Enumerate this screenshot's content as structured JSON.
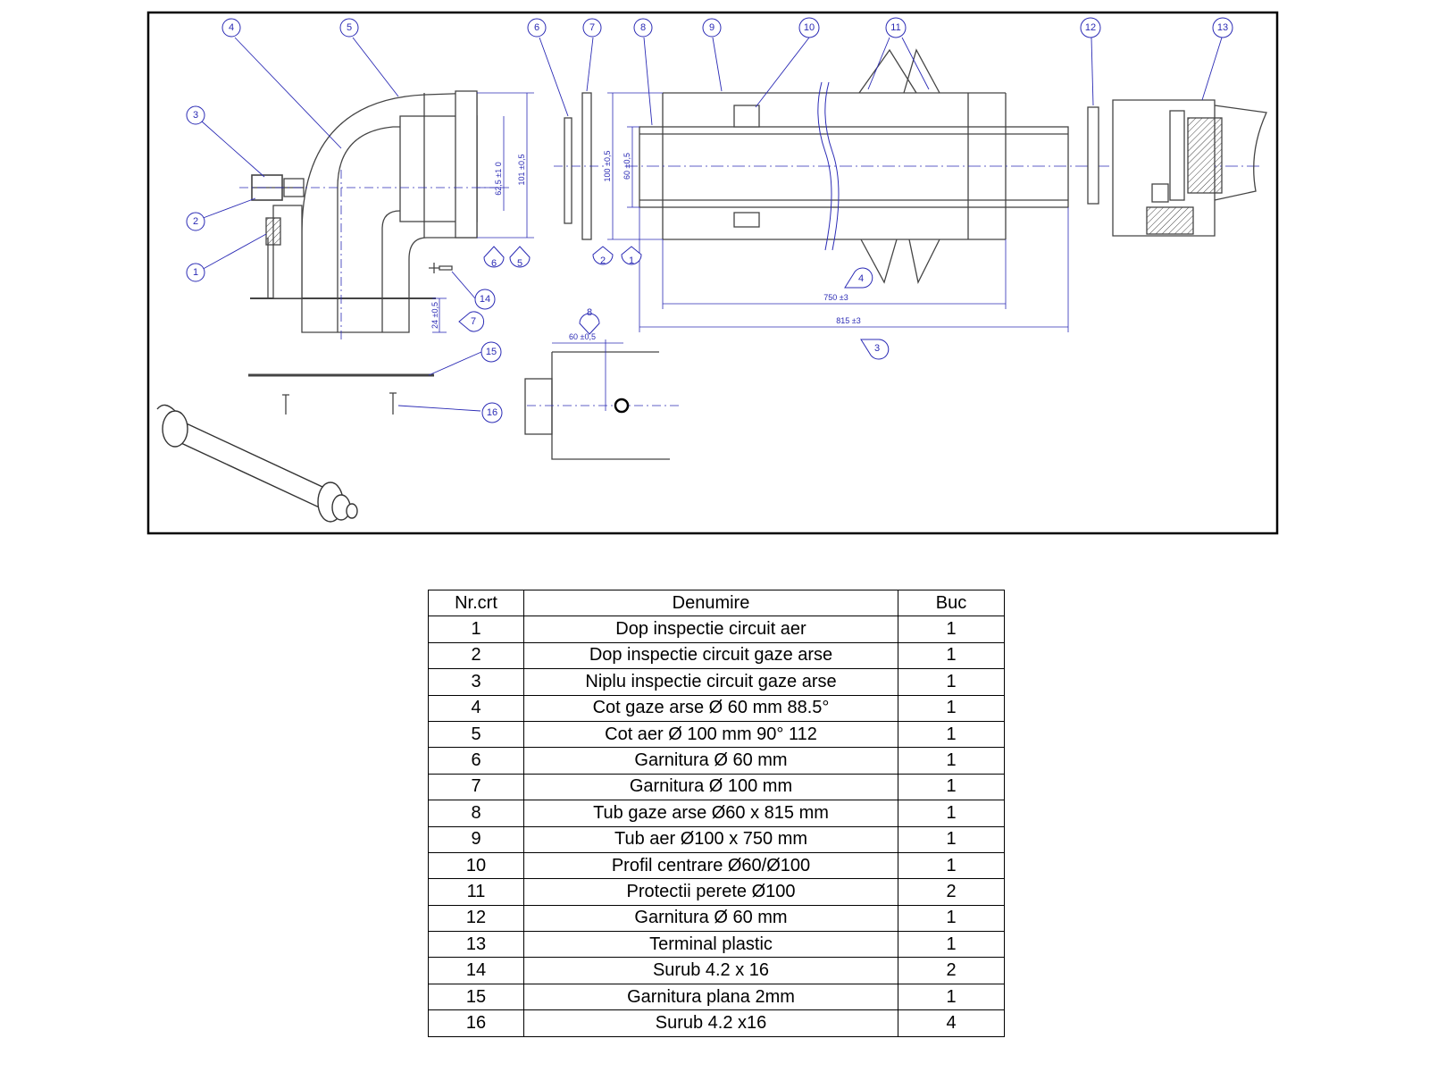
{
  "callouts": [
    "1",
    "2",
    "3",
    "4",
    "5",
    "6",
    "7",
    "8",
    "9",
    "10",
    "11",
    "12",
    "13",
    "14",
    "15",
    "16"
  ],
  "dimensions": {
    "d_62_5": "62,5 ±1 0",
    "d_101": "101 ±0,5",
    "d_100": "100 ±0,5",
    "d_60": "60 ±0,5",
    "d_24": "24 ±0,5",
    "d_60w": "60 ±0,5",
    "d_750": "750 ±3",
    "d_815": "815 ±3"
  },
  "parts_table": {
    "headers": [
      "Nr.crt",
      "Denumire",
      "Buc"
    ],
    "rows": [
      [
        "1",
        "Dop inspectie circuit aer",
        "1"
      ],
      [
        "2",
        "Dop inspectie circuit gaze arse",
        "1"
      ],
      [
        "3",
        "Niplu inspectie circuit gaze arse",
        "1"
      ],
      [
        "4",
        "Cot gaze arse Ø 60 mm 88.5°",
        "1"
      ],
      [
        "5",
        "Cot aer Ø 100 mm 90° 112",
        "1"
      ],
      [
        "6",
        "Garnitura Ø 60 mm",
        "1"
      ],
      [
        "7",
        "Garnitura Ø 100 mm",
        "1"
      ],
      [
        "8",
        "Tub gaze arse  Ø60 x 815 mm",
        "1"
      ],
      [
        "9",
        "Tub aer Ø100 x 750 mm",
        "1"
      ],
      [
        "10",
        "Profil centrare Ø60/Ø100",
        "1"
      ],
      [
        "11",
        "Protectii perete Ø100",
        "2"
      ],
      [
        "12",
        "Garnitura Ø 60 mm",
        "1"
      ],
      [
        "13",
        "Terminal plastic",
        "1"
      ],
      [
        "14",
        "Surub 4.2 x 16",
        "2"
      ],
      [
        "15",
        "Garnitura plana 2mm",
        "1"
      ],
      [
        "16",
        "Surub 4.2 x16",
        "4"
      ]
    ]
  }
}
